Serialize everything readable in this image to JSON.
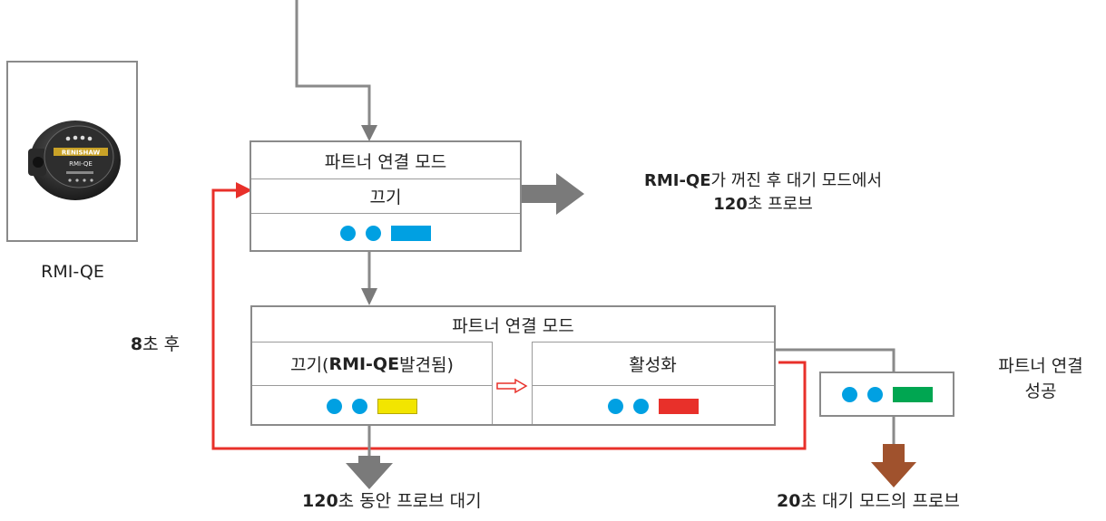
{
  "device_image": {
    "caption": "RMI-QE",
    "brand": "RENISHAW",
    "model": "RMI-QE"
  },
  "box1": {
    "title": "파트너 연결 모드",
    "state": "끄기"
  },
  "box1_note": {
    "prefix_bold": "RMI-QE",
    "line1_rest": "가 꺼진 후 대기 모드에서",
    "line2_bold": "120",
    "line2_rest": "초 프로브"
  },
  "box2": {
    "title": "파트너 연결 모드",
    "left_state_a": "끄기(",
    "left_state_bold": "RMI-QE",
    "left_state_b": " 발견됨)",
    "right_state": "활성화"
  },
  "after_8s": {
    "bold": "8",
    "rest": "초 후"
  },
  "success_label": {
    "line1": "파트너 연결",
    "line2": "성공"
  },
  "bottom_left": {
    "bold": "120",
    "rest": "초 동안 프로브 대기"
  },
  "bottom_right": {
    "bold": "20",
    "rest": "초 대기 모드의 프로브"
  },
  "colors": {
    "led_blue": "#00a0e2",
    "bar_blue": "#00a0e2",
    "bar_yellow": "#f2e500",
    "bar_red": "#e8302a",
    "bar_green": "#00a651",
    "arrow_red": "#e8302a",
    "arrow_gray": "#7a7a7a",
    "arrow_brown": "#a0522d"
  }
}
